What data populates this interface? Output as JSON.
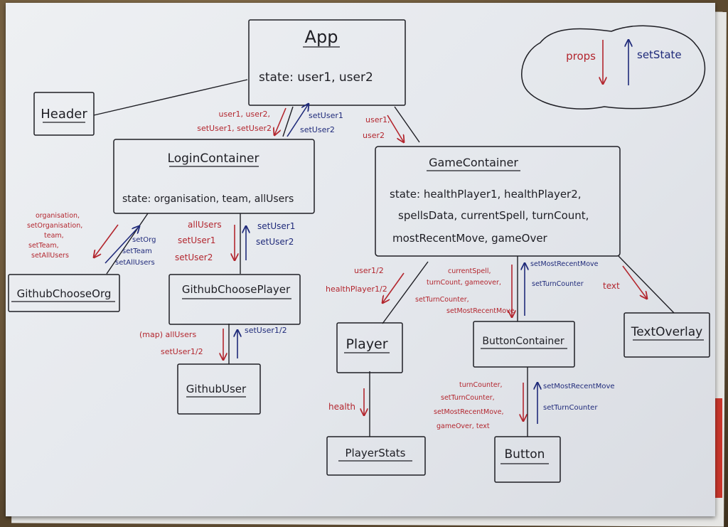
{
  "colors": {
    "ink": "#1e1e24",
    "red": "#b3262e",
    "blue": "#1f2a7a"
  },
  "nodes": {
    "app": {
      "title": "App",
      "state": "state: user1, user2"
    },
    "header": {
      "title": "Header"
    },
    "login": {
      "title": "LoginContainer",
      "state": "state: organisation, team, allUsers"
    },
    "game": {
      "title": "GameContainer",
      "state1": "state: healthPlayer1, healthPlayer2,",
      "state2": "spellsData, currentSpell, turnCount,",
      "state3": "mostRecentMove, gameOver"
    },
    "org": {
      "title": "GithubChooseOrg"
    },
    "chooseplayer": {
      "title": "GithubChoosePlayer"
    },
    "user": {
      "title": "GithubUser"
    },
    "player": {
      "title": "Player"
    },
    "buttoncontainer": {
      "title": "ButtonContainer"
    },
    "textoverlay": {
      "title": "TextOverlay"
    },
    "playerstats": {
      "title": "PlayerStats"
    },
    "button": {
      "title": "Button"
    }
  },
  "legend": {
    "props": "props",
    "setstate": "setState"
  },
  "edges": {
    "app_login_down": [
      "user1, user2,",
      "setUser1, setUser2"
    ],
    "app_login_up": [
      "setUser1",
      "setUser2"
    ],
    "app_game_down": [
      "user1,",
      "user2"
    ],
    "login_org_down": [
      "organisation,",
      "setOrganisation,",
      "team,",
      "setTeam,",
      "setAllUsers"
    ],
    "login_org_up": [
      "setOrg",
      "setTeam",
      "setAllUsers"
    ],
    "login_cp_down": [
      "allUsers",
      "setUser1",
      "setUser2"
    ],
    "login_cp_up": [
      "setUser1",
      "setUser2"
    ],
    "cp_user_down": [
      "(map) allUsers",
      "setUser1/2"
    ],
    "cp_user_up": [
      "setUser1/2"
    ],
    "game_player_down": [
      "user1/2",
      "healthPlayer1/2"
    ],
    "game_bc_down": [
      "currentSpell,",
      "turnCount, gameover,",
      "setTurnCounter,",
      "setMostRecentMove"
    ],
    "game_bc_up": [
      "setMostRecentMove",
      "setTurnCounter"
    ],
    "game_text_down": [
      "text"
    ],
    "player_stats_down": [
      "health"
    ],
    "bc_button_down": [
      "turnCounter,",
      "setTurnCounter,",
      "setMostRecentMove,",
      "gameOver, text"
    ],
    "bc_button_up": [
      "setMostRecentMove",
      "setTurnCounter"
    ]
  }
}
